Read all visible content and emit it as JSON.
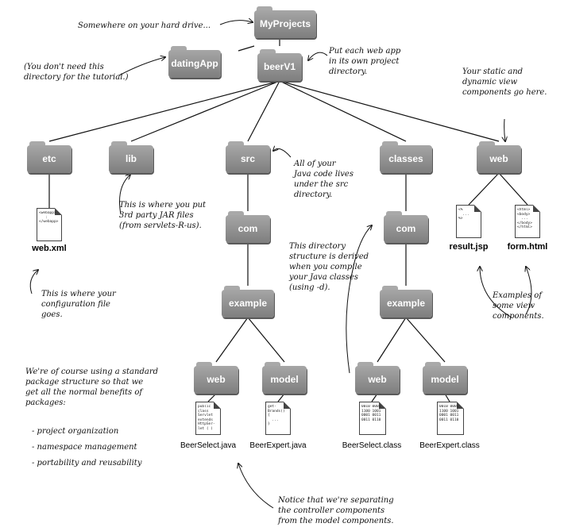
{
  "folders": {
    "myprojects": "MyProjects",
    "datingapp": "datingApp",
    "beerv1": "beerV1",
    "etc": "etc",
    "lib": "lib",
    "src": "src",
    "classes": "classes",
    "web_root": "web",
    "src_com": "com",
    "classes_com": "com",
    "src_example": "example",
    "classes_example": "example",
    "src_web": "web",
    "src_model": "model",
    "classes_web": "web",
    "classes_model": "model"
  },
  "files": {
    "web_xml": {
      "name": "web.xml",
      "code": "<webapp>\n   :\n</webapp>"
    },
    "result_jsp": {
      "name": "result.jsp",
      "code": "<%\n  ...\n%>"
    },
    "form_html": {
      "name": "form.html",
      "code": "<html>\n<body>\n  ...\n</body>\n</html>"
    },
    "beerselect_java": {
      "name": "BeerSelect.java",
      "code": "public\nclass\nServlet\nextends\nHttpSer-\nlet ( )"
    },
    "beerexpert_java": {
      "name": "BeerExpert.java",
      "code": "get-\nBrands()\n{\n  ...\n}"
    },
    "beerselect_class": {
      "name": "BeerSelect.class",
      "code": "0010 0001\n1100 1001\n0001 0011\n0011 0110"
    },
    "beerexpert_class": {
      "name": "BeerExpert.class",
      "code": "0010 0001\n1100 1001\n0001 0011\n0011 0110"
    }
  },
  "notes": {
    "hard_drive": "Somewhere on your hard drive...",
    "dont_need": "(You don't need this\ndirectory for the tutorial.)",
    "own_project": "Put each web app\nin its own project\ndirectory.",
    "static_dynamic": "Your static and\ndynamic view\ncomponents go here.",
    "java_code": "All of your\nJava code lives\nunder the src\ndirectory.",
    "third_party": "This is where you put\n3rd party JAR files\n(from servlets-R-us).",
    "derived": "This directory\nstructure is derived\nwhen you compile\nyour Java classes\n(using -d).",
    "config": "This is where your\nconfiguration file\ngoes.",
    "examples": "Examples of\nsome view\ncomponents.",
    "package": "We're of course using a standard\npackage structure so that we\nget all the normal benefits of\npackages:",
    "separating": "Notice that we're separating\nthe controller components\nfrom the model components."
  },
  "benefits": [
    "- project organization",
    "- namespace management",
    "- portability and reusability"
  ]
}
